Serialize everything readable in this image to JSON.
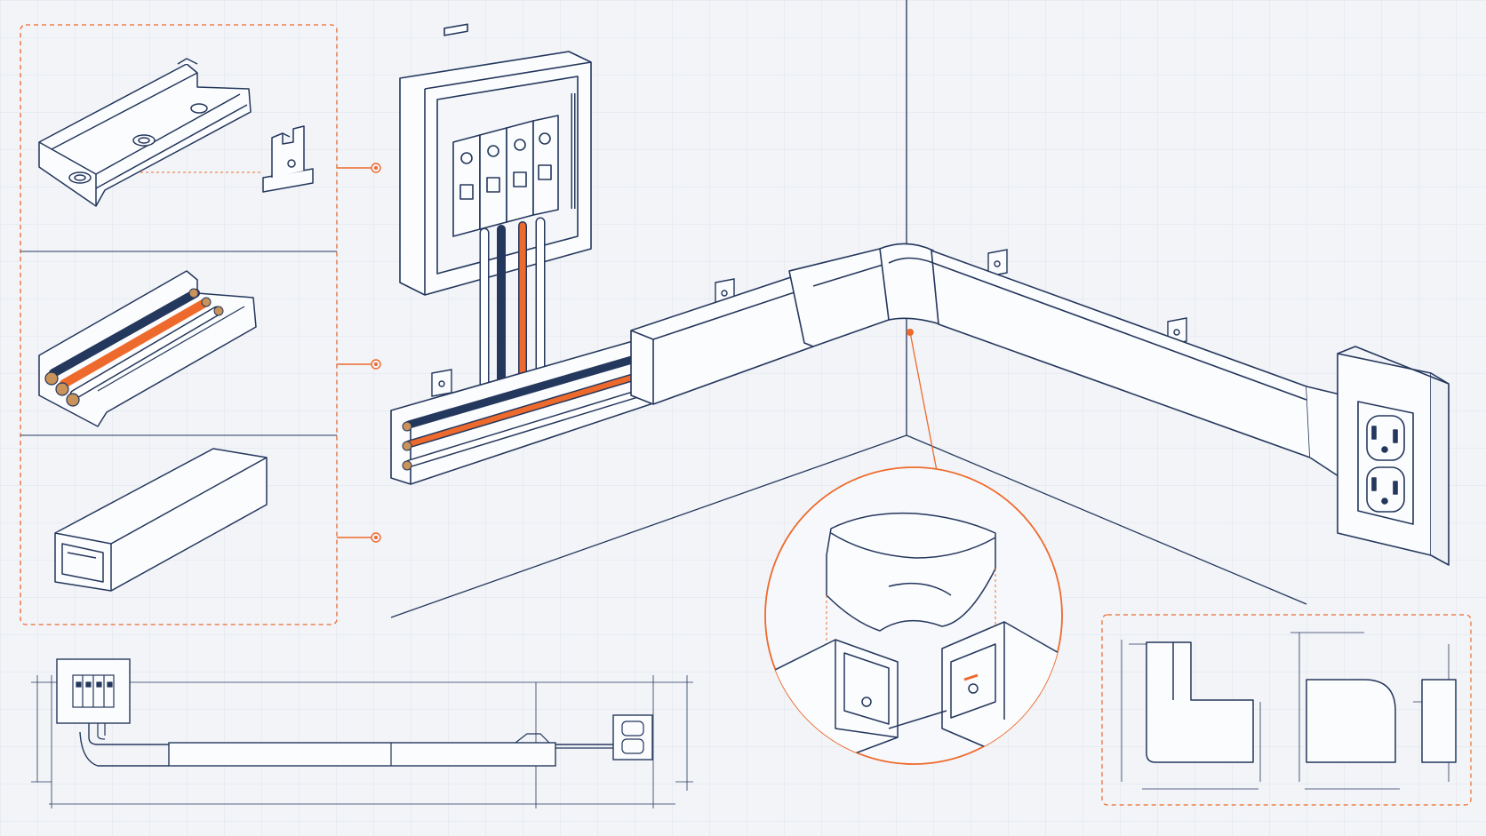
{
  "colors": {
    "background": "#f2f4f8",
    "grid": "#dde3ec",
    "line": "#24375c",
    "accent_orange": "#ee6a2c",
    "conductor_navy": "#24375c",
    "conductor_white": "#ffffff",
    "fill": "#fbfcfe"
  },
  "diagram": {
    "panels": [
      {
        "name": "exploded-parts-panel",
        "items": [
          "mounting-rail",
          "wire-clip",
          "raceway-base-with-conductors",
          "raceway-cover"
        ]
      },
      {
        "name": "corner-detail-callout",
        "items": [
          "corner-cover",
          "left-channel-end",
          "right-channel-end"
        ]
      },
      {
        "name": "elevation-view",
        "items": [
          "breaker-panel",
          "raceway-run",
          "receptacle"
        ]
      },
      {
        "name": "profile-views",
        "items": [
          "elbow-profile",
          "corner-profile",
          "end-cap-profile"
        ]
      }
    ],
    "main_assembly": [
      "breaker-panel",
      "open-raceway-section",
      "raceway-run",
      "corner-elbow",
      "duplex-receptacle",
      "mounting-clips"
    ],
    "conductor_colors": [
      "navy",
      "orange",
      "white"
    ]
  }
}
